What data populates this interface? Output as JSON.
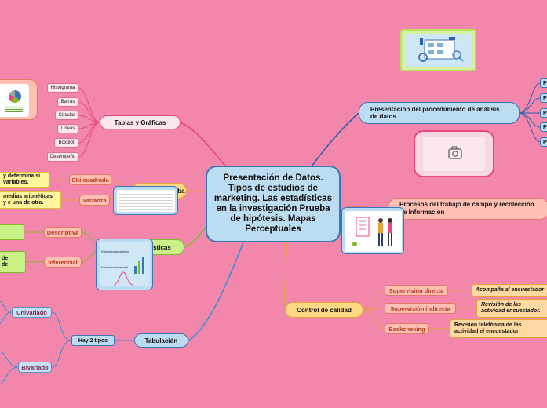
{
  "central": {
    "title": "Presentación de Datos. Tipos de estudios de marketing. Las estadísticas en la investigación Prueba de hipótesis. Mapas Perceptuales"
  },
  "branches": {
    "tablas": {
      "label": "Tablas y Gráficas",
      "items": [
        "Histograma",
        "Barras",
        "Circular",
        "Lineas",
        "Boxplot",
        "Desempeño"
      ]
    },
    "prueba": {
      "label": "Prueba",
      "chi": {
        "label": "Chi cuadrada",
        "note": "y determina si variables."
      },
      "varianza": {
        "label": "Varianza",
        "note": "medias aritméticas y e una de otra."
      }
    },
    "estadisticas": {
      "label": "dísticas",
      "descriptiva": {
        "label": "Descriptiva"
      },
      "inferencial": {
        "label": "Inferencial",
        "note": "de de"
      }
    },
    "tabulacion": {
      "label": "Tabulación",
      "tipos": "Hay 2 tipos",
      "univariado": "Univariado",
      "bivariado": "Bivariado"
    },
    "presentacion": {
      "label": "Presentación del procedimiento de análisis de datos",
      "subs": [
        "P",
        "P",
        "P",
        "P",
        "P"
      ]
    },
    "procesos": {
      "label": "Procesos del trabajo de campo y recolección de información"
    },
    "control": {
      "label": "Control de calidad",
      "items": [
        {
          "label": "Supervisión directa",
          "note": "Acompaña al encuestador"
        },
        {
          "label": "Supervisión indirecta",
          "note": "Revisión de las actividad encuestador."
        },
        {
          "label": "Backcheking",
          "note": "Revisión telefónica de las actividad el encuestador"
        }
      ]
    }
  },
  "image_cards": {
    "chart_thumb_title": "Estadística descriptiva",
    "chart_thumb_subtitle": "Estadística inferencial",
    "camera_icon": "camera-icon"
  },
  "colors": {
    "background": "#f386ab",
    "central": "#bcdcf2",
    "link_pink": "#e64883",
    "link_blue": "#2f5fb0",
    "link_yellow": "#e0a23a",
    "link_green": "#7fba2d",
    "link_orange": "#e07a66"
  }
}
